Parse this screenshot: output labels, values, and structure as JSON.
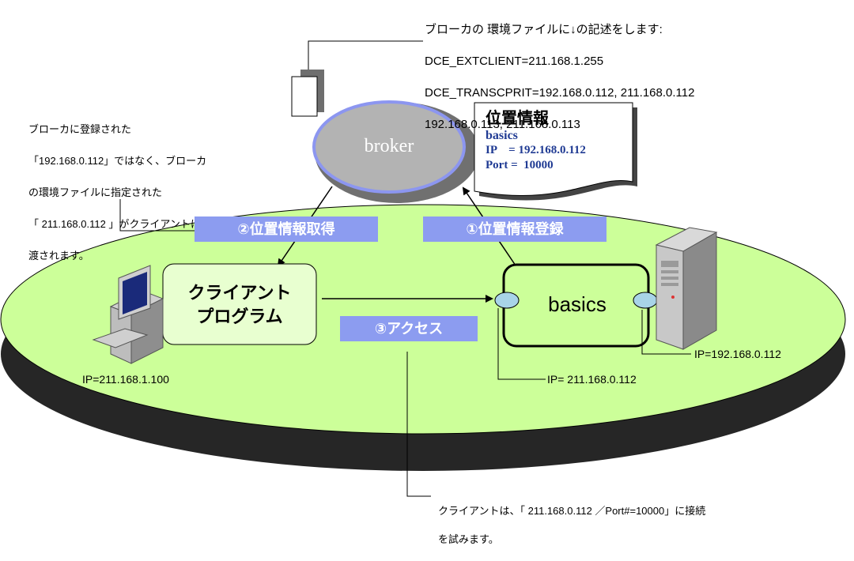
{
  "top_note": {
    "lines": [
      "ブローカの 環境ファイルに↓の記述をします:",
      "DCE_EXTCLIENT=211.168.1.255",
      "DCE_TRANSCPRIT=192.168.0.112, 211.168.0.112",
      "192.168.0.113, 211.168.0.113"
    ]
  },
  "left_note": {
    "lines": [
      "ブローカに登録された",
      "「192.168.0.112」ではなく、ブローカ",
      "の環境ファイルに指定された",
      "「 211.168.0.112 」がクライアントに",
      "渡されます。"
    ]
  },
  "broker": {
    "label": "broker"
  },
  "location_doc": {
    "title": "位置情報",
    "name": "basics",
    "ip_line": "IP    = 192.168.0.112",
    "port_line": "Port =  10000"
  },
  "labels": {
    "step2": "②位置情報取得",
    "step1": "①位置情報登録",
    "step3": "③アクセス"
  },
  "client_box": {
    "line1": "クライアント",
    "line2": "プログラム"
  },
  "basics_box": {
    "label": "basics"
  },
  "ip": {
    "client_pc": "IP=211.168.1.100",
    "server": "IP=192.168.0.112",
    "basics_interface": "IP= 211.168.0.112"
  },
  "bottom_note": {
    "lines": [
      "クライアントは、「 211.168.0.112 ／Port#=10000」に接続",
      "を試みます。"
    ]
  },
  "colors": {
    "platform_top": "#ccff99",
    "platform_shadow": "#262626",
    "broker_fill": "#b3b3b3",
    "broker_ring": "#8c96f0",
    "label_bg": "#8c9cf0",
    "client_box_fill": "#e8ffd0",
    "interface_node": "#a8d4e8"
  }
}
